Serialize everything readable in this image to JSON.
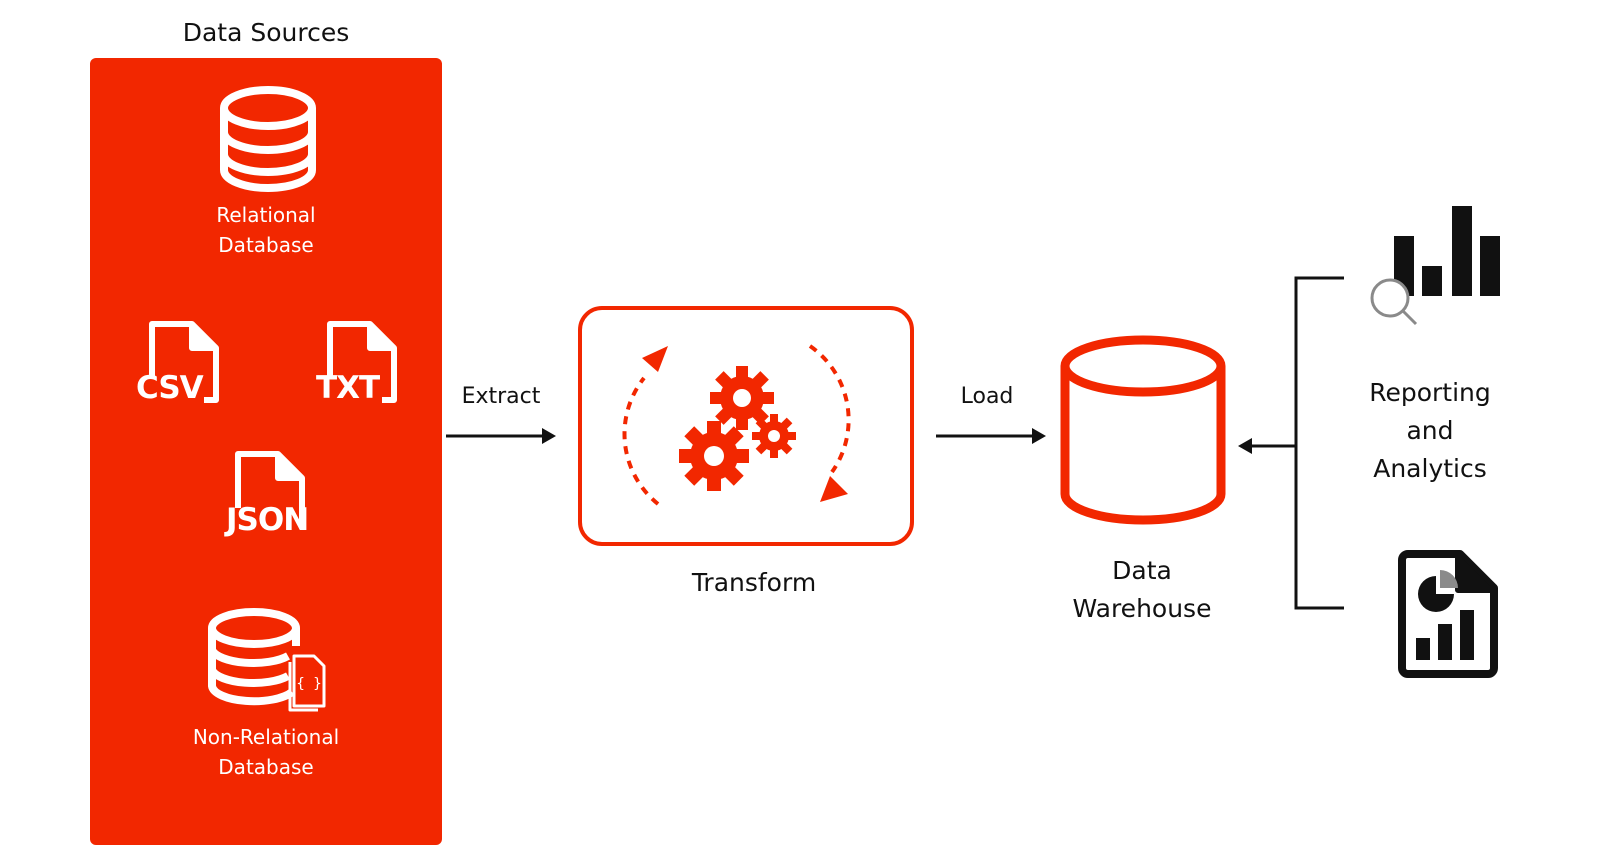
{
  "colors": {
    "accent": "#f22700",
    "ink": "#111111",
    "panel_text": "#ffffff",
    "muted_icon": "#8a8a8a"
  },
  "sources": {
    "title": "Data Sources",
    "relational": {
      "line1": "Relational",
      "line2": "Database",
      "icon": "database-icon"
    },
    "csv": {
      "label": "CSV",
      "icon": "file-icon"
    },
    "txt": {
      "label": "TXT",
      "icon": "file-icon"
    },
    "json": {
      "label": "JSON",
      "icon": "file-icon"
    },
    "nonrelational": {
      "line1": "Non-Relational",
      "line2": "Database",
      "badge": "{ }",
      "icon": "nosql-database-icon"
    }
  },
  "flow": {
    "extract_label": "Extract",
    "load_label": "Load"
  },
  "transform": {
    "label": "Transform",
    "icon": "gears-icon"
  },
  "warehouse": {
    "line1": "Data",
    "line2": "Warehouse",
    "icon": "cylinder-icon"
  },
  "reporting": {
    "line1": "Reporting",
    "line2": "and",
    "line3": "Analytics",
    "icons": [
      "bar-chart-search-icon",
      "report-document-icon"
    ]
  }
}
